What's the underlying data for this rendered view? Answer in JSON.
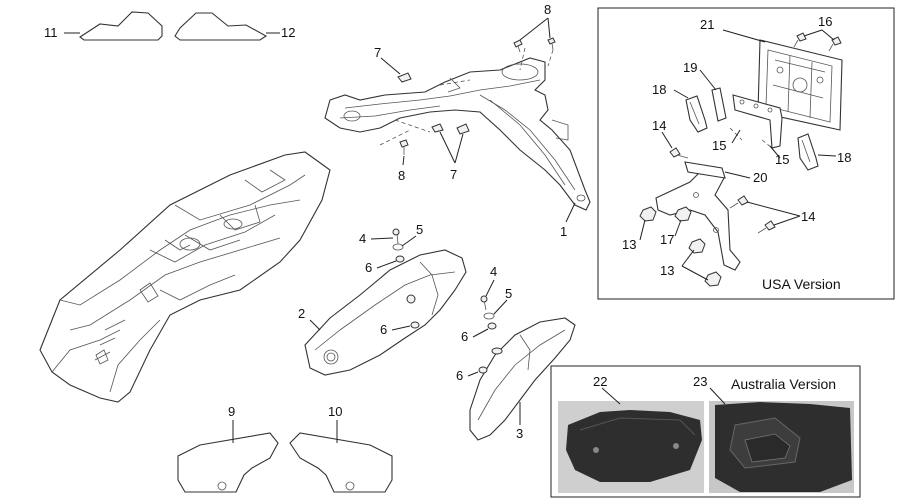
{
  "callouts": {
    "c1": "1",
    "c2": "2",
    "c3": "3",
    "c4a": "4",
    "c4b": "4",
    "c5a": "5",
    "c5b": "5",
    "c6a": "6",
    "c6b": "6",
    "c6c": "6",
    "c6d": "6",
    "c7a": "7",
    "c7b": "7",
    "c8a": "8",
    "c8b": "8",
    "c9": "9",
    "c10": "10",
    "c11": "11",
    "c12": "12",
    "c13a": "13",
    "c13b": "13",
    "c14a": "14",
    "c14b": "14",
    "c15a": "15",
    "c15b": "15",
    "c16": "16",
    "c17": "17",
    "c18a": "18",
    "c18b": "18",
    "c19": "19",
    "c20": "20",
    "c21": "21",
    "c22": "22",
    "c23": "23"
  },
  "usa_label": "USA Version",
  "australia_label": "Australia Version",
  "colors": {
    "line": "#222222",
    "photo_dark": "#2e2e2e",
    "photo_bg": "#cfcfcf"
  }
}
